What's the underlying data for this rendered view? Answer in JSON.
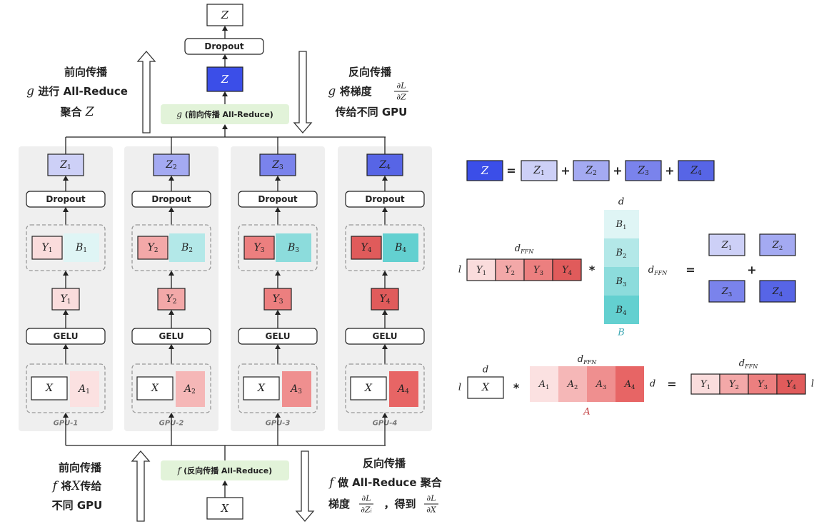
{
  "colors": {
    "panel": "#efefef",
    "green_box": "#e2f3d9",
    "z_all": "#3b4ee8",
    "z": [
      "#cdd0f7",
      "#a4aaf2",
      "#7a83ec",
      "#5765e6"
    ],
    "y": [
      "#fadcdc",
      "#f3a8a8",
      "#ec7f7f",
      "#e05b5b"
    ],
    "a": [
      "#fbe1e1",
      "#f5b7b7",
      "#ef8f8f",
      "#e76565"
    ],
    "b": [
      "#dff5f5",
      "#b3e8e8",
      "#8cdcdc",
      "#63d0d0"
    ],
    "b_label": "#3fa9b4",
    "a_label": "#c0393b"
  },
  "top": {
    "z_out": "Z",
    "dropout": "Dropout",
    "z_center": "Z",
    "g_label": "g",
    "g_text": "(前向传播 All-Reduce)"
  },
  "bottom": {
    "f_label": "f",
    "f_text": "(反向传播 All-Reduce)",
    "x_in": "X"
  },
  "notes": {
    "top_left": {
      "line1": "前向传播",
      "line2_sym": "g",
      "line2_text": "进行 All-Reduce",
      "line3_text": "聚合",
      "line3_sym": "Z"
    },
    "top_right": {
      "line1": "反向传播",
      "line2_sym": "g",
      "line2_text": "将梯度",
      "frac_num": "∂L",
      "frac_den": "∂Z",
      "line3": "传给不同 GPU"
    },
    "bottom_left": {
      "line1": "前向传播",
      "line2_sym": "f",
      "line2_a": "将",
      "line2_sym2": "X",
      "line2_b": "传给",
      "line3": "不同 GPU"
    },
    "bottom_right": {
      "line1": "反向传播",
      "line2_sym": "f",
      "line2_text": "做 All-Reduce 聚合",
      "line3_a": "梯度",
      "frac1_num": "∂L",
      "frac1_den": "∂Zᵢ",
      "line3_b": "，得到",
      "frac2_num": "∂L",
      "frac2_den": "∂X"
    }
  },
  "gpus": [
    {
      "name": "GPU-1",
      "z": "Z",
      "sub": "1",
      "dropout": "Dropout",
      "y": "Y",
      "b": "B",
      "gelu": "GELU",
      "x": "X",
      "a": "A"
    },
    {
      "name": "GPU-2",
      "z": "Z",
      "sub": "2",
      "dropout": "Dropout",
      "y": "Y",
      "b": "B",
      "gelu": "GELU",
      "x": "X",
      "a": "A"
    },
    {
      "name": "GPU-3",
      "z": "Z",
      "sub": "3",
      "dropout": "Dropout",
      "y": "Y",
      "b": "B",
      "gelu": "GELU",
      "x": "X",
      "a": "A"
    },
    {
      "name": "GPU-4",
      "z": "Z",
      "sub": "4",
      "dropout": "Dropout",
      "y": "Y",
      "b": "B",
      "gelu": "GELU",
      "x": "X",
      "a": "A"
    }
  ],
  "eq1": {
    "lhs": "Z",
    "eq": "=",
    "plus": "+",
    "terms": [
      "1",
      "2",
      "3",
      "4"
    ],
    "term": "Z"
  },
  "eq2": {
    "l": "l",
    "dffn": "dFFN",
    "y": "Y",
    "y_subs": [
      "1",
      "2",
      "3",
      "4"
    ],
    "times": "*",
    "d": "d",
    "b": "B",
    "b_subs": [
      "1",
      "2",
      "3",
      "4"
    ],
    "b_name": "B",
    "eq": "=",
    "plus": "+",
    "z": "Z",
    "z_subs": [
      "1",
      "2",
      "3",
      "4"
    ]
  },
  "eq3": {
    "l": "l",
    "d": "d",
    "x": "X",
    "times": "*",
    "dffn": "dFFN",
    "a": "A",
    "a_subs": [
      "1",
      "2",
      "3",
      "4"
    ],
    "a_name": "A",
    "eq": "=",
    "y": "Y",
    "y_subs": [
      "1",
      "2",
      "3",
      "4"
    ]
  }
}
